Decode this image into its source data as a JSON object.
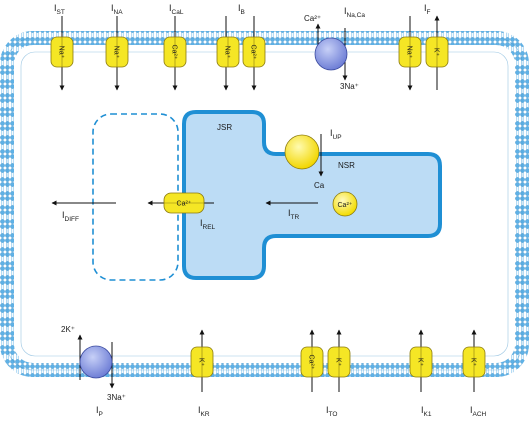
{
  "currents": {
    "ist": {
      "main": "I",
      "sub": "ST"
    },
    "ina": {
      "main": "I",
      "sub": "NA"
    },
    "ical": {
      "main": "I",
      "sub": "CaL"
    },
    "ib": {
      "main": "I",
      "sub": "B"
    },
    "inaca": {
      "main": "I",
      "sub": "Na,Ca"
    },
    "if": {
      "main": "I",
      "sub": "F"
    },
    "iup": {
      "main": "I",
      "sub": "UP"
    },
    "itr": {
      "main": "I",
      "sub": "TR"
    },
    "irel": {
      "main": "I",
      "sub": "REL"
    },
    "idiff": {
      "main": "I",
      "sub": "DIFF"
    },
    "ip": {
      "main": "I",
      "sub": "P"
    },
    "ikr": {
      "main": "I",
      "sub": "KR"
    },
    "ito": {
      "main": "I",
      "sub": "TO"
    },
    "ik1": {
      "main": "I",
      "sub": "K1"
    },
    "iach": {
      "main": "I",
      "sub": "ACH"
    }
  },
  "ions": {
    "na": "Na⁺",
    "ca": "Ca²⁺",
    "k": "K⁺",
    "na3": "3Na⁺",
    "k2": "2K⁺",
    "ca_plain": "Ca"
  },
  "compartments": {
    "jsr": "JSR",
    "nsr": "NSR"
  },
  "colors": {
    "channel_fill": "#f5e625",
    "channel_stroke": "#8a7a10",
    "membrane": "#5fb1e6",
    "membrane_inner": "#d9eefb",
    "sr_fill": "#bcdcf5",
    "sr_stroke": "#1f8fd4",
    "exchanger": "#8f9fe6",
    "pump_yellow": "#fff04a"
  }
}
